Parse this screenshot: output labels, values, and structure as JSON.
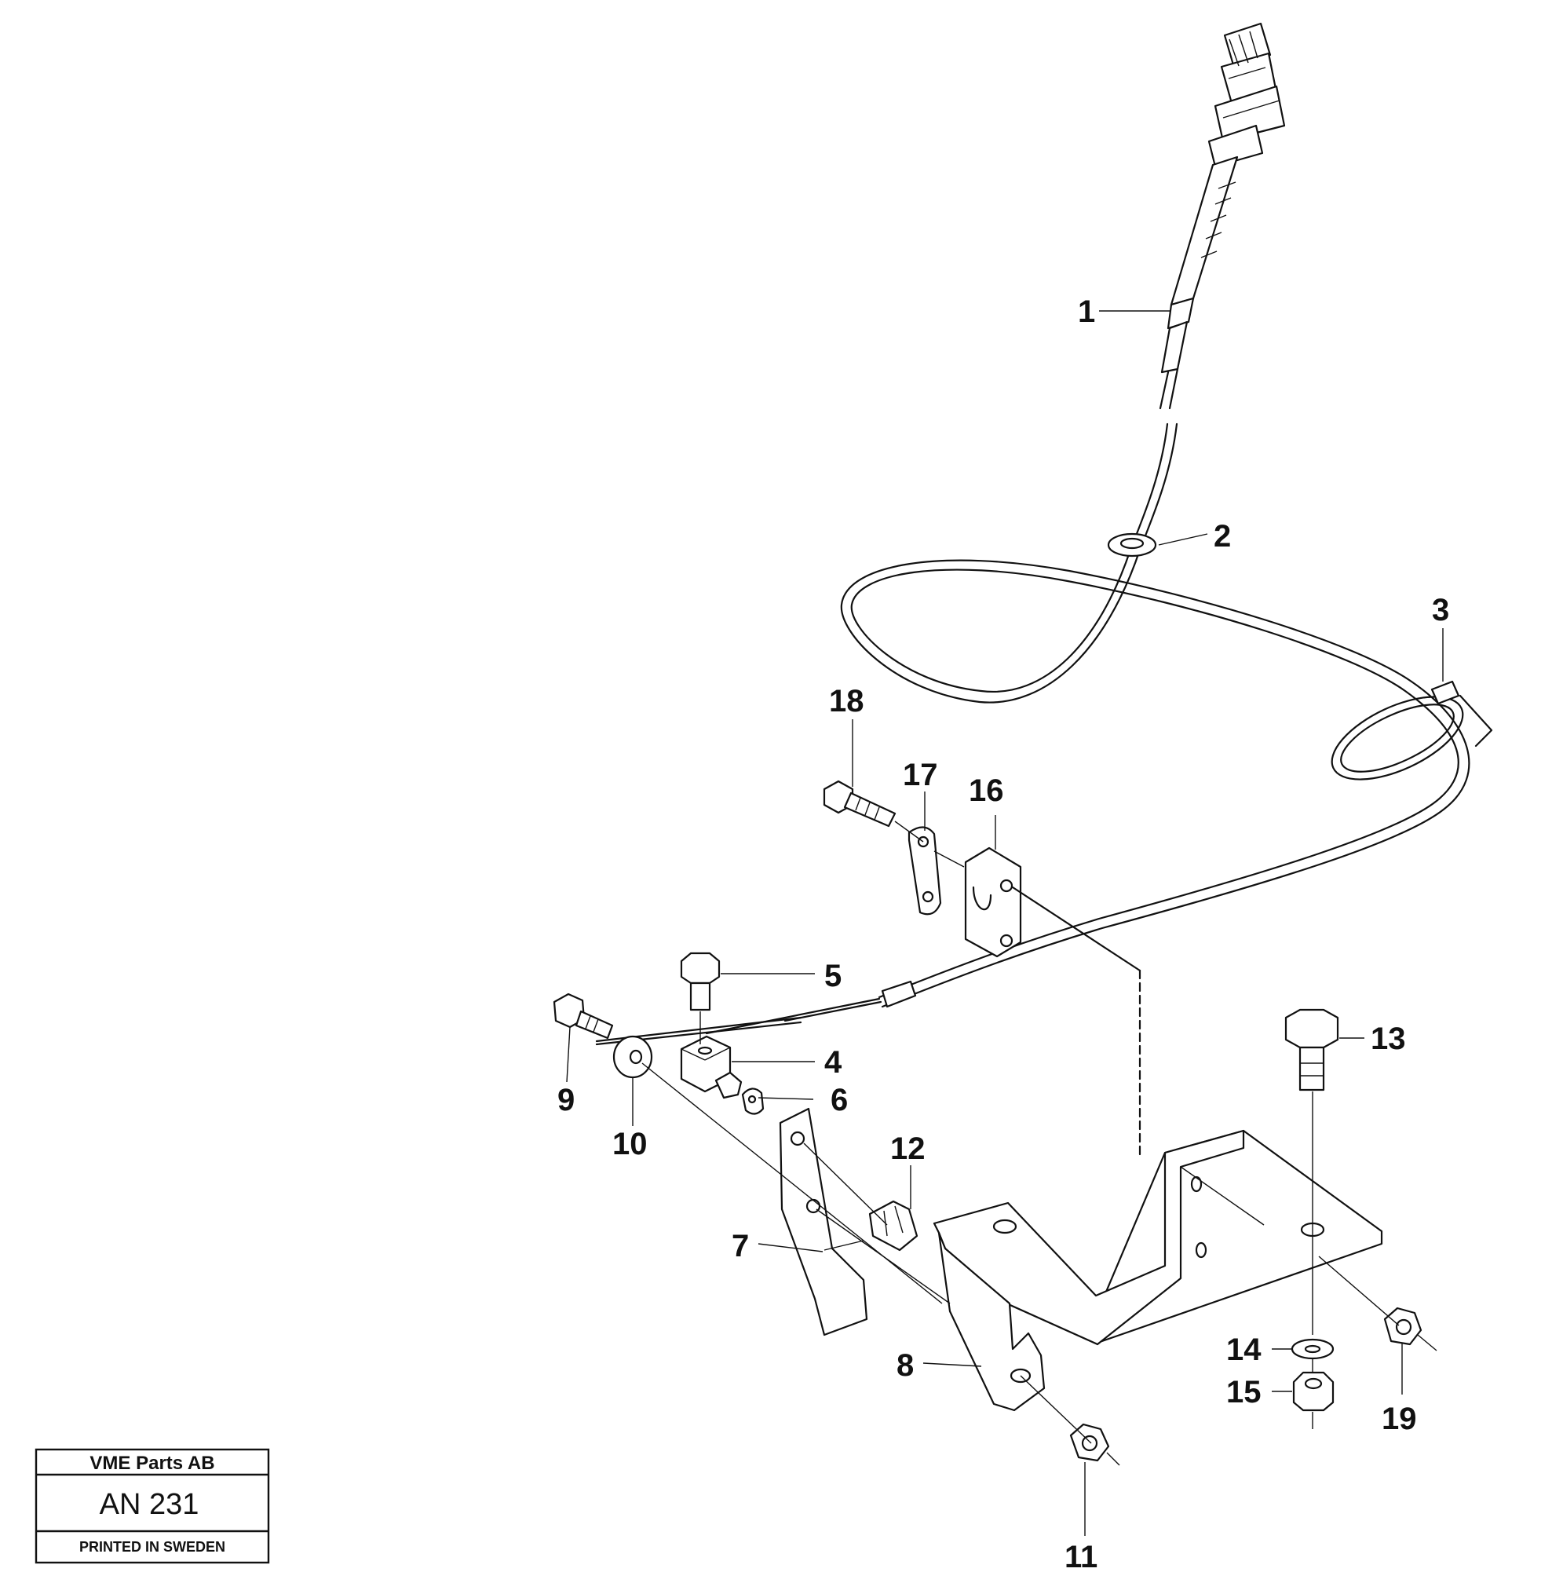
{
  "callouts": [
    "1",
    "2",
    "3",
    "4",
    "5",
    "6",
    "7",
    "8",
    "9",
    "10",
    "11",
    "12",
    "13",
    "14",
    "15",
    "16",
    "17",
    "18",
    "19"
  ],
  "stamp": {
    "company": "VME Parts AB",
    "code": "AN 231",
    "printed": "PRINTED IN SWEDEN"
  },
  "parts": [
    {
      "num": "1",
      "icon": "control-cable-icon"
    },
    {
      "num": "2",
      "icon": "grommet-icon"
    },
    {
      "num": "3",
      "icon": "cable-tie-icon"
    },
    {
      "num": "4",
      "icon": "cable-clamp-block-icon"
    },
    {
      "num": "5",
      "icon": "set-screw-icon"
    },
    {
      "num": "6",
      "icon": "clip-icon"
    },
    {
      "num": "7",
      "icon": "lever-icon"
    },
    {
      "num": "8",
      "icon": "bracket-icon"
    },
    {
      "num": "9",
      "icon": "bolt-icon"
    },
    {
      "num": "10",
      "icon": "washer-icon"
    },
    {
      "num": "11",
      "icon": "lock-nut-icon"
    },
    {
      "num": "12",
      "icon": "spring-clip-icon"
    },
    {
      "num": "13",
      "icon": "bolt-icon"
    },
    {
      "num": "14",
      "icon": "washer-icon"
    },
    {
      "num": "15",
      "icon": "lock-nut-icon"
    },
    {
      "num": "16",
      "icon": "cable-clamp-icon"
    },
    {
      "num": "17",
      "icon": "strap-icon"
    },
    {
      "num": "18",
      "icon": "bolt-icon"
    },
    {
      "num": "19",
      "icon": "lock-nut-icon"
    }
  ]
}
